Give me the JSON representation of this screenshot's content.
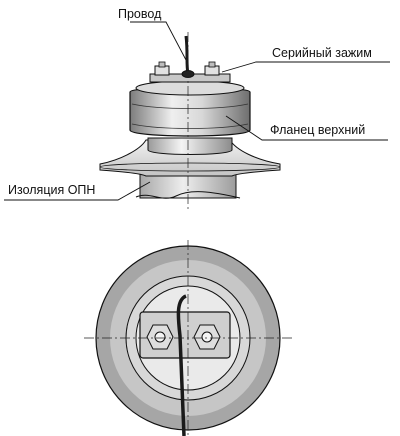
{
  "labels": {
    "wire": "Провод",
    "serial_clamp": "Серийный зажим",
    "upper_flange": "Фланец верхний",
    "insulation": "Изоляция ОПН"
  },
  "colors": {
    "outline": "#111111",
    "ring_outer": "#b0b0b0",
    "ring_mid": "#d2d2d2",
    "ring_inner": "#ececec",
    "flange_dark": "#8a8a8a",
    "flange_light": "#e6e6e6",
    "wire": "#1a1a1a"
  }
}
